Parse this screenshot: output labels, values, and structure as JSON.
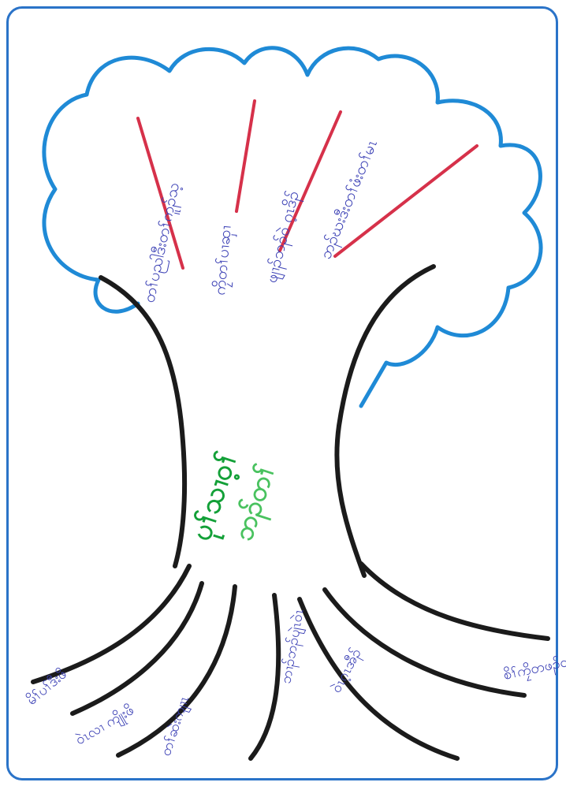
{
  "colors": {
    "frame": "#2a73c8",
    "canopy": "#1f8ad6",
    "trunk": "#1b1b1b",
    "branch_lines": "#d6314a",
    "text_blue": "#3b40b5",
    "center_green_dark": "#13a038",
    "center_green_light": "#49c25f"
  },
  "center": {
    "line1": "ပုၢ်သၢဝ့ၢ်",
    "line2": "ဘၣ်တၢ်"
  },
  "canopy_labels": [
    "တၢ်ပညါဒီးတၢ်ကူၣ်သ့",
    "ကၠိတၢ်ပၢဆှၢ",
    "ဖျၢၣ်ဘၣ်ဝဲ ဂ့ၤဒိၣ်",
    "ဘၣ်ဃးဒီးတၢ်ဖံးတၢ်မၤ"
  ],
  "root_labels": [
    "မိၢ်ပၢ်ဒီးဖိ",
    "ဝဲၤလၢ ကျိုးဖိ",
    "တၢ်ဆဲးကျၢၤ",
    "ဘၢၣ်ဘၣ်ပျဲၤဝဲၤ",
    "ဝဲၤဂ့ၤအီၣ်",
    "စိၢ်ကၠိတဖၣ်တၢ်ပၢၤ"
  ]
}
